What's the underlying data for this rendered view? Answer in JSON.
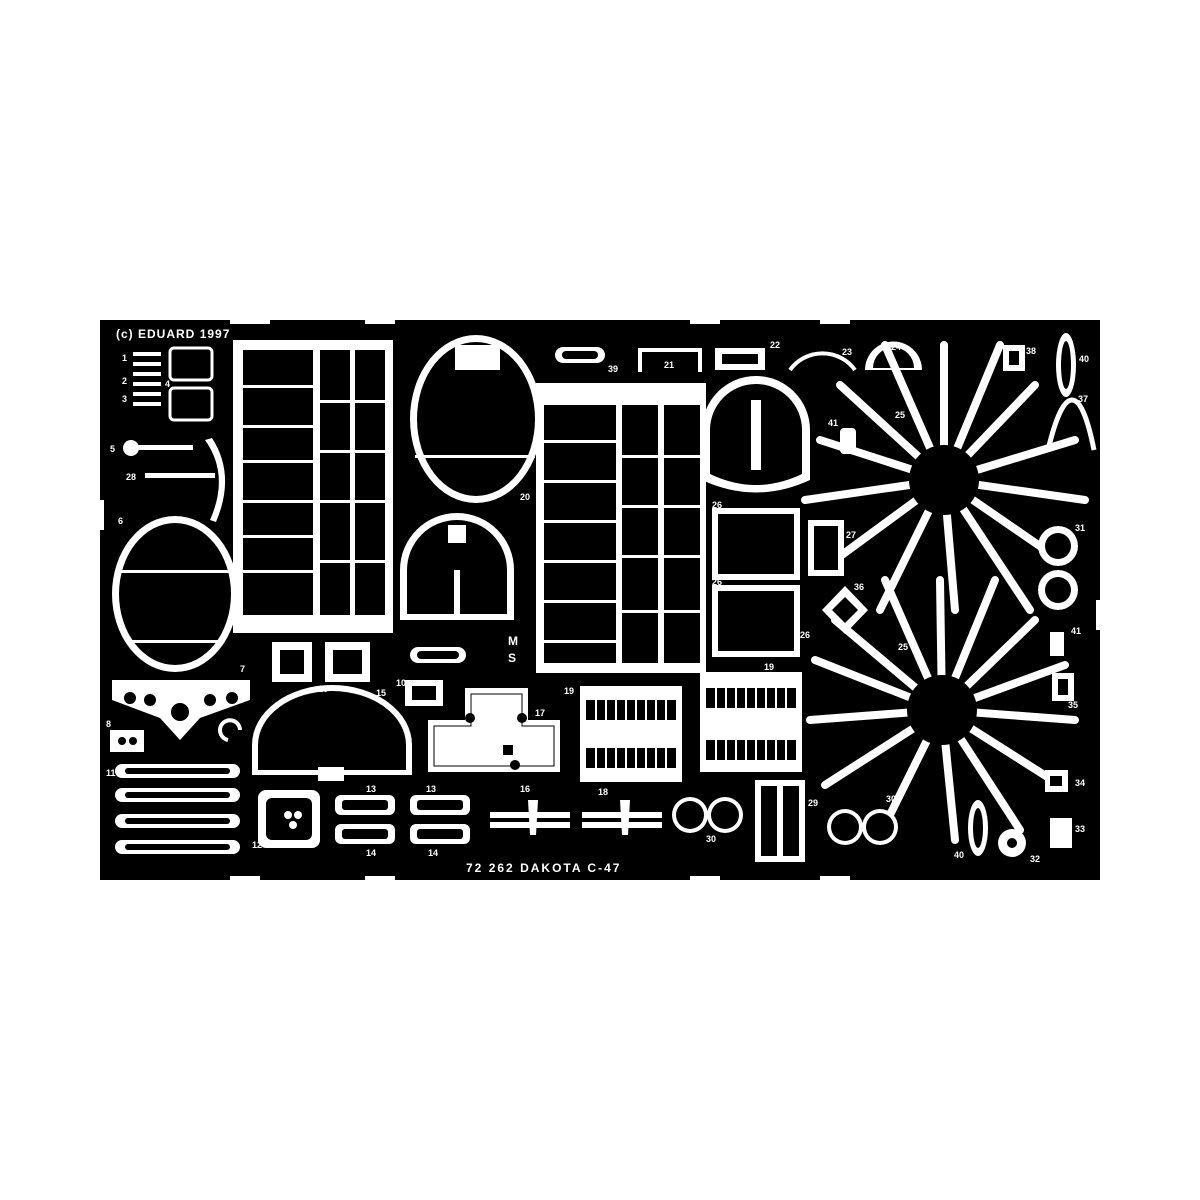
{
  "fret": {
    "copyright": "(c)",
    "maker": "EDUARD",
    "year": "1997",
    "catalog": "72",
    "number": "262",
    "kit_name": "DAKOTA",
    "kit_variant": "C-47",
    "mark_m": "M",
    "mark_s": "S"
  },
  "part_labels": [
    "1",
    "2",
    "3",
    "4",
    "5",
    "6",
    "7",
    "8",
    "10",
    "10",
    "11",
    "12",
    "13",
    "13",
    "14",
    "14",
    "15",
    "16",
    "17",
    "18",
    "19",
    "19",
    "20",
    "21",
    "22",
    "23",
    "24",
    "25",
    "25",
    "26",
    "26",
    "26",
    "27",
    "28",
    "29",
    "30",
    "30",
    "31",
    "32",
    "33",
    "34",
    "35",
    "36",
    "37",
    "38",
    "39",
    "40",
    "40",
    "41",
    "41"
  ],
  "colors": {
    "fret": "#000000",
    "background": "#ffffff",
    "detail": "#ffffff"
  }
}
